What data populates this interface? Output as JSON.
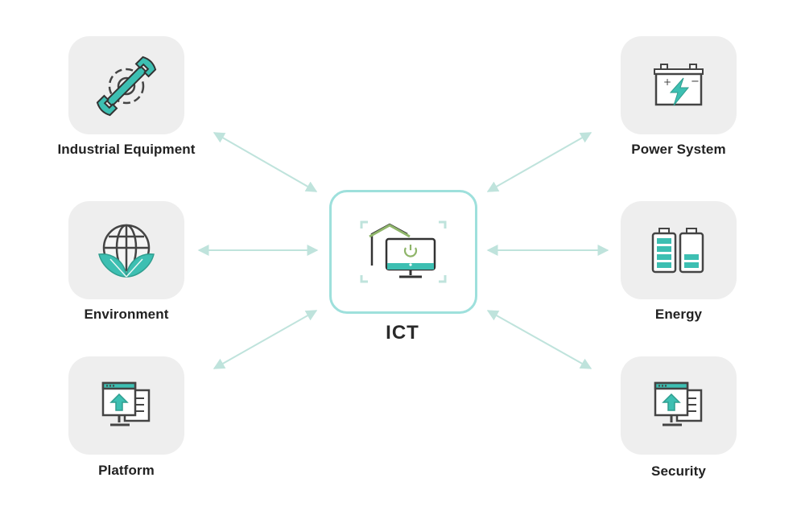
{
  "center": {
    "label": "ICT",
    "icon": "home-monitor-power-icon"
  },
  "nodes": [
    {
      "id": "industrial-equipment",
      "label": "Industrial Equipment",
      "icon": "wrench-gear-icon"
    },
    {
      "id": "environment",
      "label": "Environment",
      "icon": "globe-leaves-icon"
    },
    {
      "id": "platform",
      "label": "Platform",
      "icon": "computer-upload-icon"
    },
    {
      "id": "power-system",
      "label": "Power System",
      "icon": "battery-bolt-icon"
    },
    {
      "id": "energy",
      "label": "Energy",
      "icon": "battery-levels-icon"
    },
    {
      "id": "security",
      "label": "Security",
      "icon": "computer-upload-icon"
    }
  ],
  "colors": {
    "accent": "#3dbfb2",
    "connector": "#bfe3dc",
    "card_bg": "#eeeeee",
    "center_border": "#9ee0dc",
    "icon_stroke": "#444444",
    "leaf_dark": "#2f9e8f"
  }
}
